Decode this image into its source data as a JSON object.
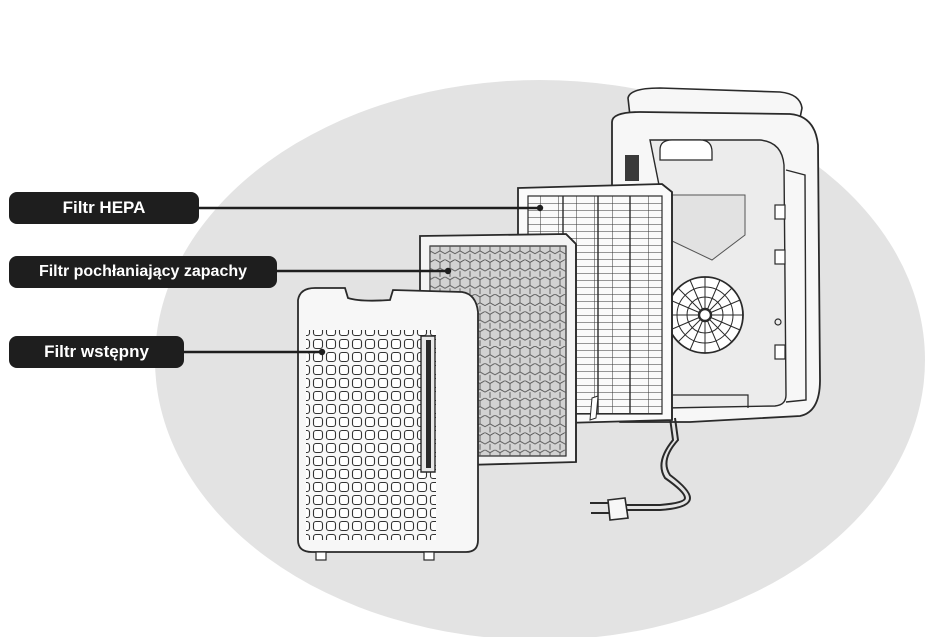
{
  "labels": {
    "hepa": "Filtr HEPA",
    "odor": "Filtr pochłaniający zapachy",
    "pre": "Filtr wstępny"
  },
  "colors": {
    "background_ellipse": "#e3e3e3",
    "label_fill": "#1e1e1e",
    "label_text": "#ffffff",
    "line_art": "#2a2a2a",
    "housing": "#f7f7f7",
    "carbon_fill": "#d2d2d2"
  }
}
